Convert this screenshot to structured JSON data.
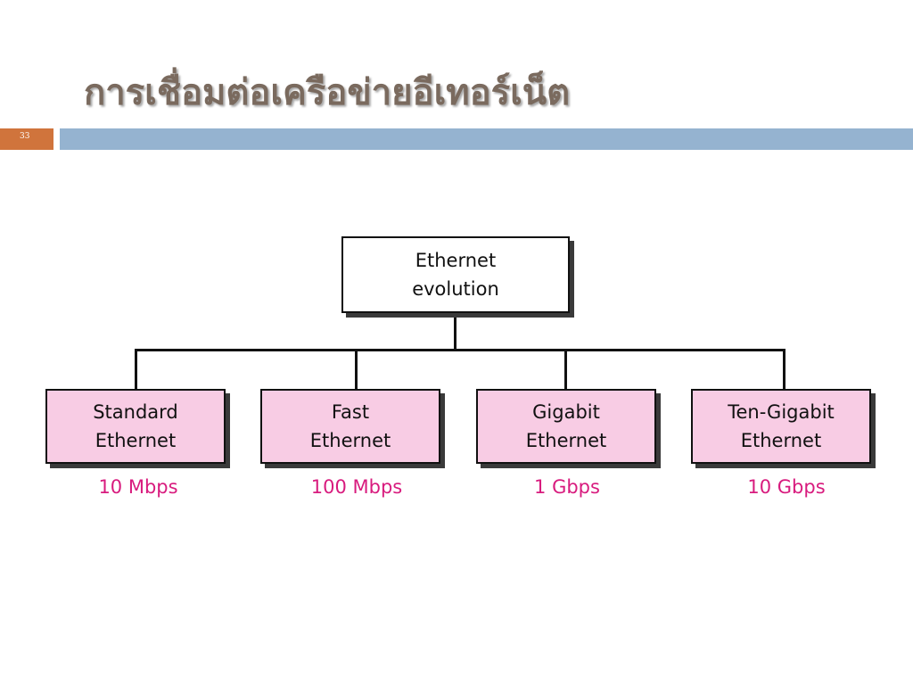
{
  "slide": {
    "title": "การเชื่อมต่อเครือข่ายอีเทอร์เน็ต",
    "number": "33"
  },
  "colors": {
    "title": "#7a6a5e",
    "number_box": "#d0743c",
    "accent_bar": "#95b3d0",
    "root_fill": "#ffffff",
    "child_fill": "#f8cce4",
    "speed_text": "#d81b7e",
    "line": "#111111"
  },
  "diagram": {
    "root": {
      "label": "Ethernet\nevolution"
    },
    "children": [
      {
        "label": "Standard\nEthernet",
        "speed": "10 Mbps"
      },
      {
        "label": "Fast\nEthernet",
        "speed": "100 Mbps"
      },
      {
        "label": "Gigabit\nEthernet",
        "speed": "1 Gbps"
      },
      {
        "label": "Ten-Gigabit\nEthernet",
        "speed": "10 Gbps"
      }
    ]
  }
}
